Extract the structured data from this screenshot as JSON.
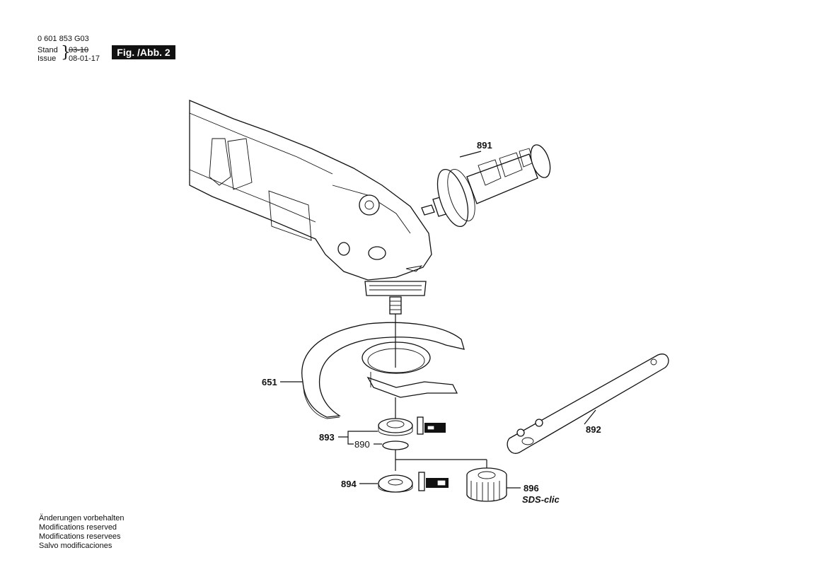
{
  "header": {
    "part_number": "0 601 853 G03",
    "stand_label": "Stand",
    "issue_label": "Issue",
    "stand_value": "03-10",
    "issue_value": "08-01-17",
    "figure_label": "Fig. /Abb. 2"
  },
  "parts": {
    "p891": "891",
    "p651": "651",
    "p893": "893",
    "p890": "890",
    "p894": "894",
    "p896": "896",
    "p892": "892",
    "sds": "SDS-clic"
  },
  "footer": {
    "line1": "Änderungen vorbehalten",
    "line2": "Modifications reserved",
    "line3": "Modifications reservees",
    "line4": "Salvo modificaciones"
  }
}
